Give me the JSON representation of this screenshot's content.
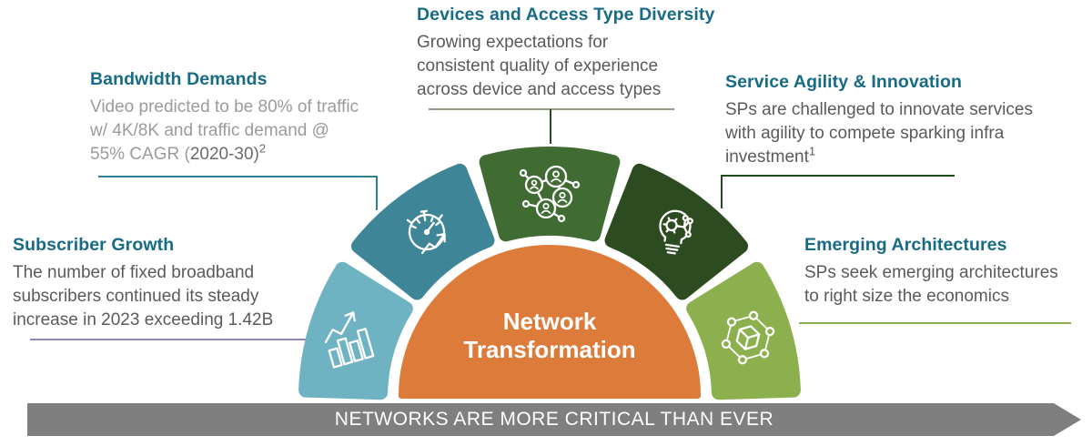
{
  "center": {
    "line1": "Network",
    "line2": "Transformation"
  },
  "banner": {
    "text": "NETWORKS ARE MORE CRITICAL THAN EVER",
    "bg": "#7f7f7f",
    "text_color": "#ffffff"
  },
  "callouts": {
    "devices": {
      "title": "Devices and Access Type Diversity",
      "body": "Growing expectations for consistent quality of experience across device and access types"
    },
    "bandwidth": {
      "title": "Bandwidth Demands",
      "body_1": "Video predicted to be 80% of traffic w/ 4K/8K and traffic demand @ 55% CAGR (",
      "body_2": "2020-30)",
      "footnote": "2"
    },
    "subscriber": {
      "title": "Subscriber Growth",
      "body": "The number of fixed broadband subscribers continued its steady increase in 2023 exceeding 1.42B"
    },
    "service": {
      "title": "Service Agility & Innovation",
      "body": "SPs are challenged to innovate services with agility to compete sparking infra investment",
      "footnote": "1"
    },
    "emerging": {
      "title": "Emerging Architectures",
      "body": "SPs seek emerging architectures to right size the economics"
    }
  },
  "segments": [
    {
      "label": "subscriber-growth",
      "icon": "bar-chart-growth-icon",
      "color": "#6fb3c3"
    },
    {
      "label": "bandwidth-demands",
      "icon": "gauge-icon",
      "color": "#3e8598"
    },
    {
      "label": "devices-access-diversity",
      "icon": "people-network-icon",
      "color": "#406c34"
    },
    {
      "label": "service-agility",
      "icon": "bulb-circuit-icon",
      "color": "#2d4b20"
    },
    {
      "label": "emerging-architectures",
      "icon": "cube-network-icon",
      "color": "#8bb04d"
    }
  ],
  "colors": {
    "center_semicircle": "#dd7c3a",
    "heading_teal": "#176b85",
    "body_dark_gray": "#5a5a5a",
    "body_light_gray": "#9b9b9b",
    "connector_purple": "#8f84bb",
    "connector_teal": "#2f7f95",
    "connector_gray_green": "#8e9b86",
    "connector_dark_green": "#1f4d1e",
    "connector_light_green": "#8bb04d"
  }
}
